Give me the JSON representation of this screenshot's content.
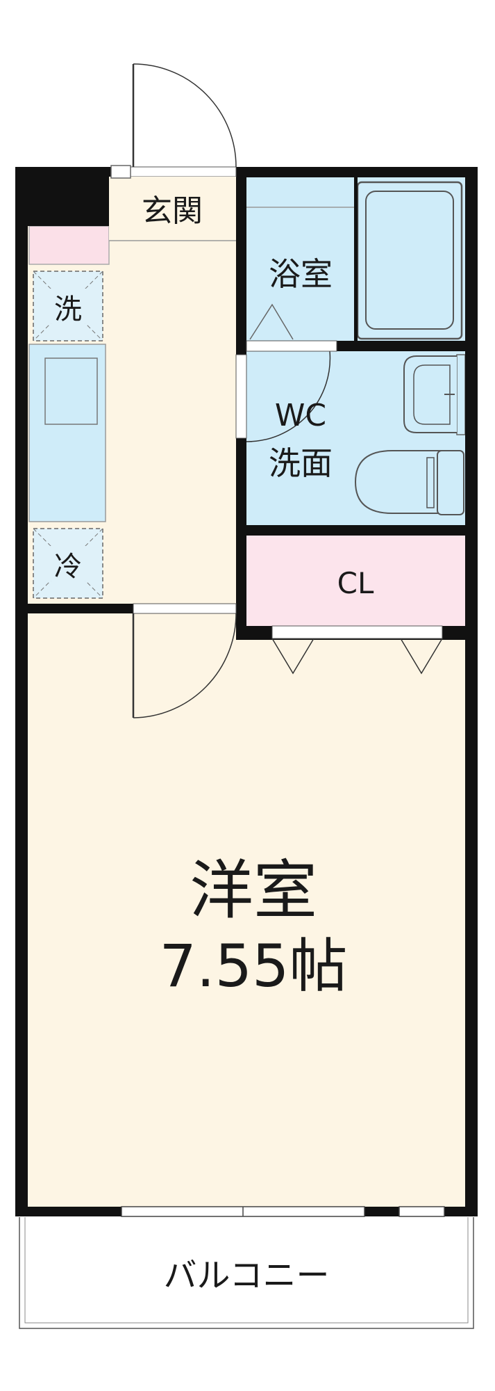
{
  "rooms": {
    "entrance": "玄関",
    "bath": "浴室",
    "wc_line1": "WC",
    "wc_line2": "洗面",
    "closet": "CL",
    "main_name": "洋室",
    "main_size": "7.55帖",
    "balcony": "バルコニー"
  },
  "appliance_spaces": {
    "washer": "洗",
    "fridge": "冷"
  },
  "colors": {
    "wall": "#111111",
    "floor_main": "#fdf5e4",
    "wet_area": "#cfecf9",
    "closet": "#fce4ec",
    "appliance_space": "#dff1f9",
    "kitchen_counter": "#cfecf9",
    "pink_shelf": "#fbe0e8"
  }
}
